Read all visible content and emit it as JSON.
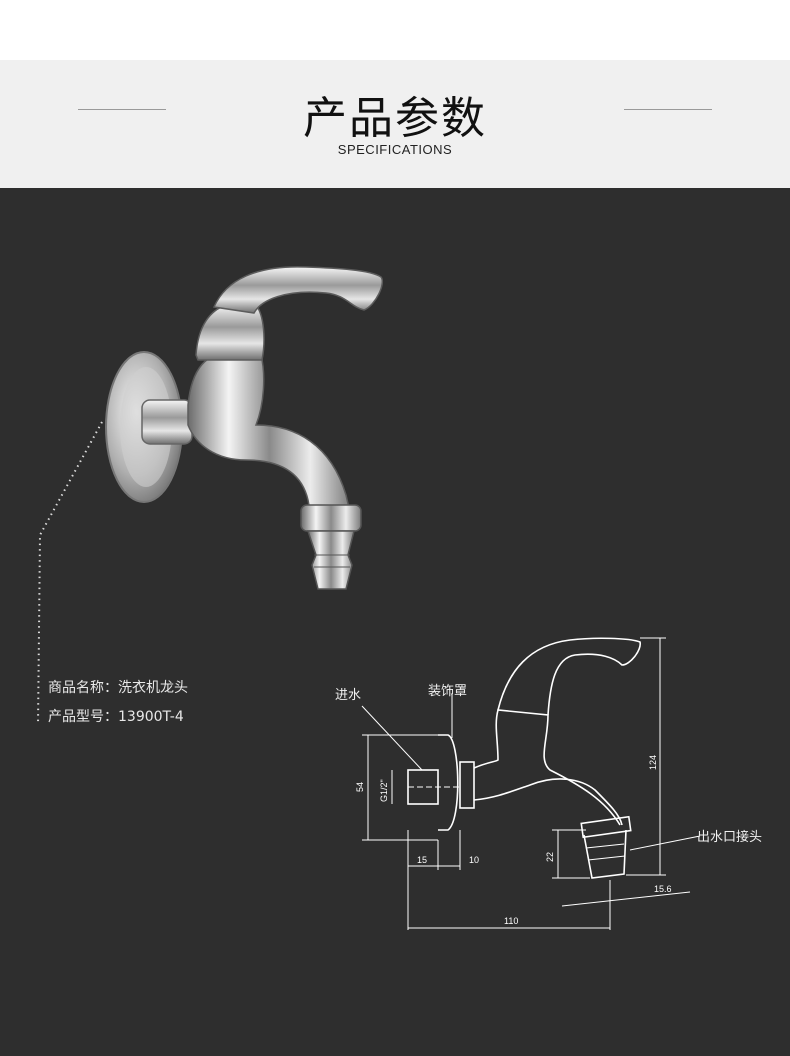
{
  "header": {
    "title": "产品参数",
    "subtitle": "SPECIFICATIONS"
  },
  "product": {
    "name_label": "商品名称：",
    "name_value": "洗衣机龙头",
    "model_label": "产品型号：",
    "model_value": "13900T-4"
  },
  "diagram": {
    "label_inlet": "进水",
    "label_cover": "装饰罩",
    "label_outlet": "出水口接头",
    "dim_54": "54",
    "dim_thread": "G1/2\"",
    "dim_15": "15",
    "dim_10": "10",
    "dim_124": "124",
    "dim_22": "22",
    "dim_15_6": "15.6",
    "dim_110": "110"
  },
  "colors": {
    "header_bg": "#f0f0f0",
    "body_bg": "#2e2e2e",
    "line": "#ffffff"
  }
}
